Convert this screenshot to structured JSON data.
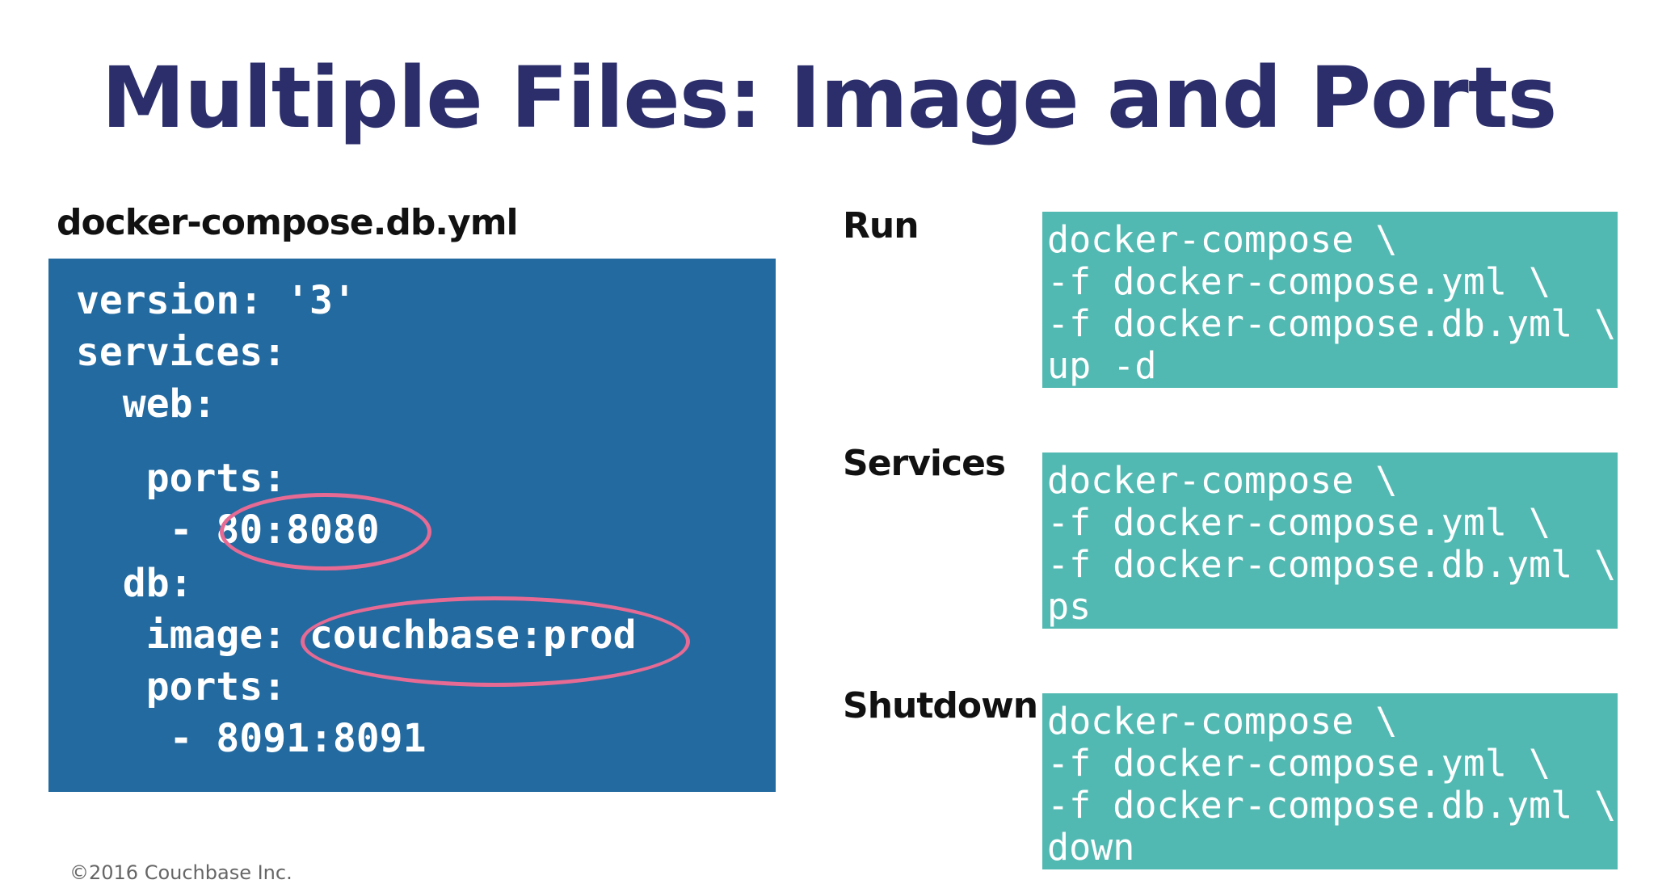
{
  "title": "Multiple Files: Image and Ports",
  "file_label": "docker-compose.db.yml",
  "yaml_lines": [
    "version: '3'",
    "services:",
    "  web:",
    "   ports:",
    "    - 80:8080",
    "  db:",
    "   image: couchbase:prod",
    "   ports:",
    "    - 8091:8091"
  ],
  "commands": [
    {
      "label": "Run",
      "lines": [
        "docker-compose \\",
        "-f docker-compose.yml \\",
        "-f docker-compose.db.yml \\",
        "up -d"
      ]
    },
    {
      "label": "Services",
      "lines": [
        "docker-compose \\",
        "-f docker-compose.yml \\",
        "-f docker-compose.db.yml \\",
        "ps"
      ]
    },
    {
      "label": "Shutdown",
      "lines": [
        "docker-compose \\",
        "-f docker-compose.yml \\",
        "-f docker-compose.db.yml \\",
        "down"
      ]
    }
  ],
  "footer": "©2016 Couchbase Inc.",
  "colors": {
    "title": "#2b2e6b",
    "yaml_bg": "#226aa0",
    "cmd_bg": "#52b9b2",
    "highlight": "#e66a93"
  }
}
